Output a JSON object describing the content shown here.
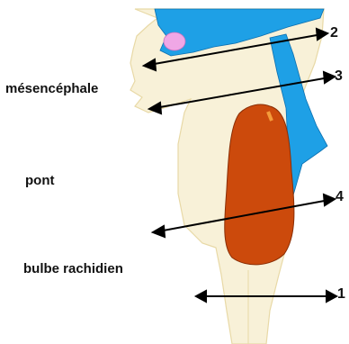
{
  "labels": {
    "mesencephale": "mésencéphale",
    "pont": "pont",
    "bulbe": "bulbe rachidien"
  },
  "numbers": {
    "n1": "1",
    "n2": "2",
    "n3": "3",
    "n4": "4"
  },
  "colors": {
    "tissue": "#f8f1d8",
    "tissue_outline": "#e8d9a6",
    "ventricle": "#1ea0e6",
    "lesion": "#cc4a0c",
    "pineal": "#f0a7e6",
    "arrow": "#000000"
  }
}
